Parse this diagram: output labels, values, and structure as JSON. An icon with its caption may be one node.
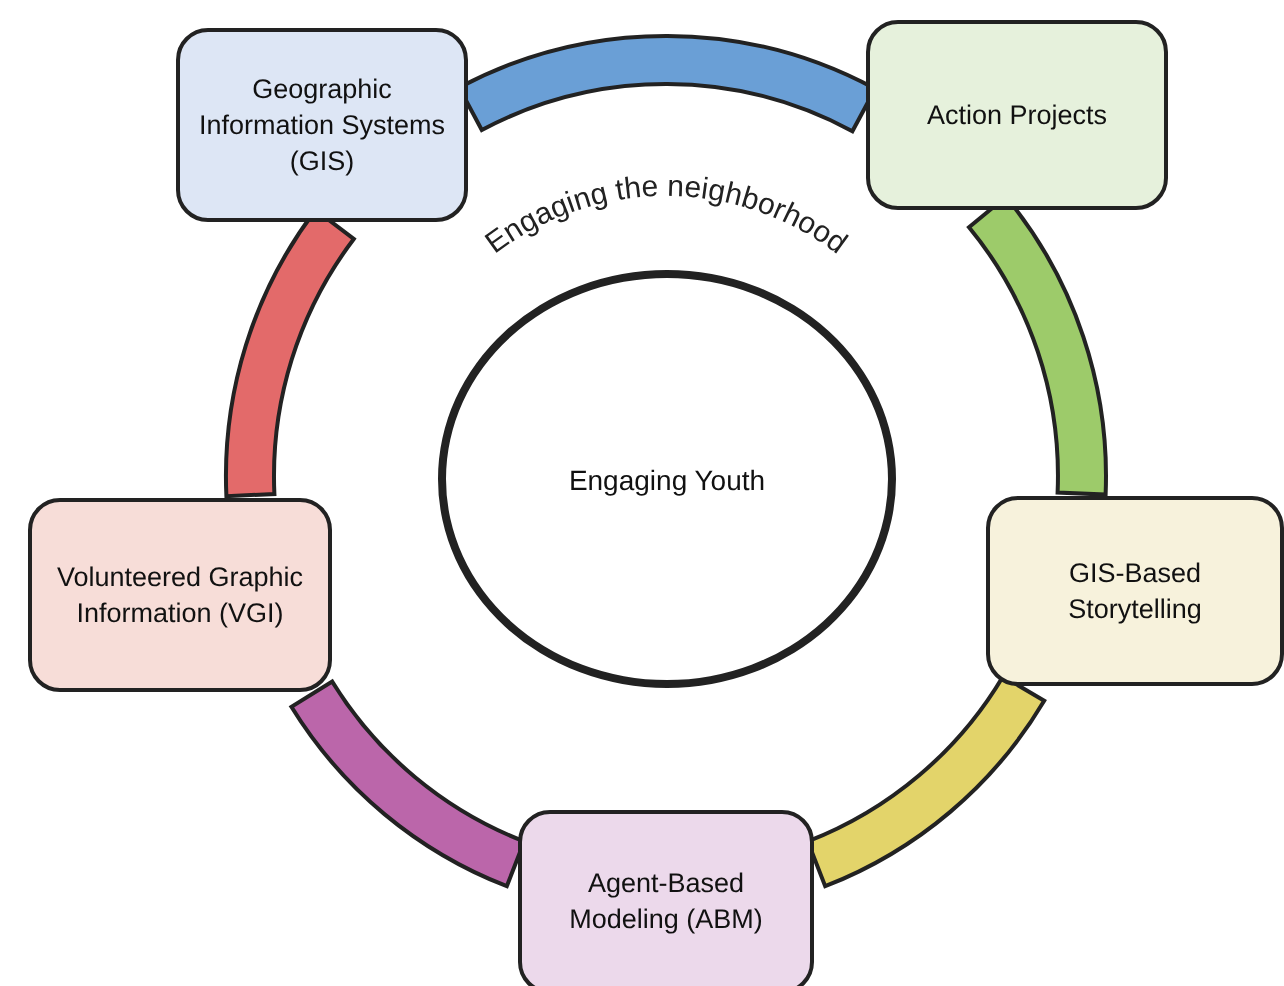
{
  "diagram": {
    "nodes": [
      {
        "text": [
          "Geographic Information Systems (GIS)"
        ]
      },
      {
        "text": [
          "Action Projects"
        ]
      },
      {
        "text": [
          "GIS-Based Storytelling"
        ]
      },
      {
        "text": [
          "Agent-Based Modeling (ABM)"
        ]
      },
      {
        "text": [
          "Volunteered Graphic Information (VGI)"
        ]
      },
      {
        "text": [
          "Engaging Youth"
        ]
      }
    ],
    "edges": [
      {
        "from": 0,
        "to": 1,
        "arrow": "none",
        "color": "#6a9fd6"
      },
      {
        "from": 1,
        "to": 2,
        "arrow": "none",
        "color": "#9dcb6a"
      },
      {
        "from": 2,
        "to": 3,
        "arrow": "none",
        "color": "#e3d46a"
      },
      {
        "from": 3,
        "to": 4,
        "arrow": "none",
        "color": "#bb66aa"
      },
      {
        "from": 4,
        "to": 0,
        "arrow": "none",
        "color": "#e36a6a"
      }
    ],
    "labels": [
      "Engaging the neighborhood"
    ]
  }
}
